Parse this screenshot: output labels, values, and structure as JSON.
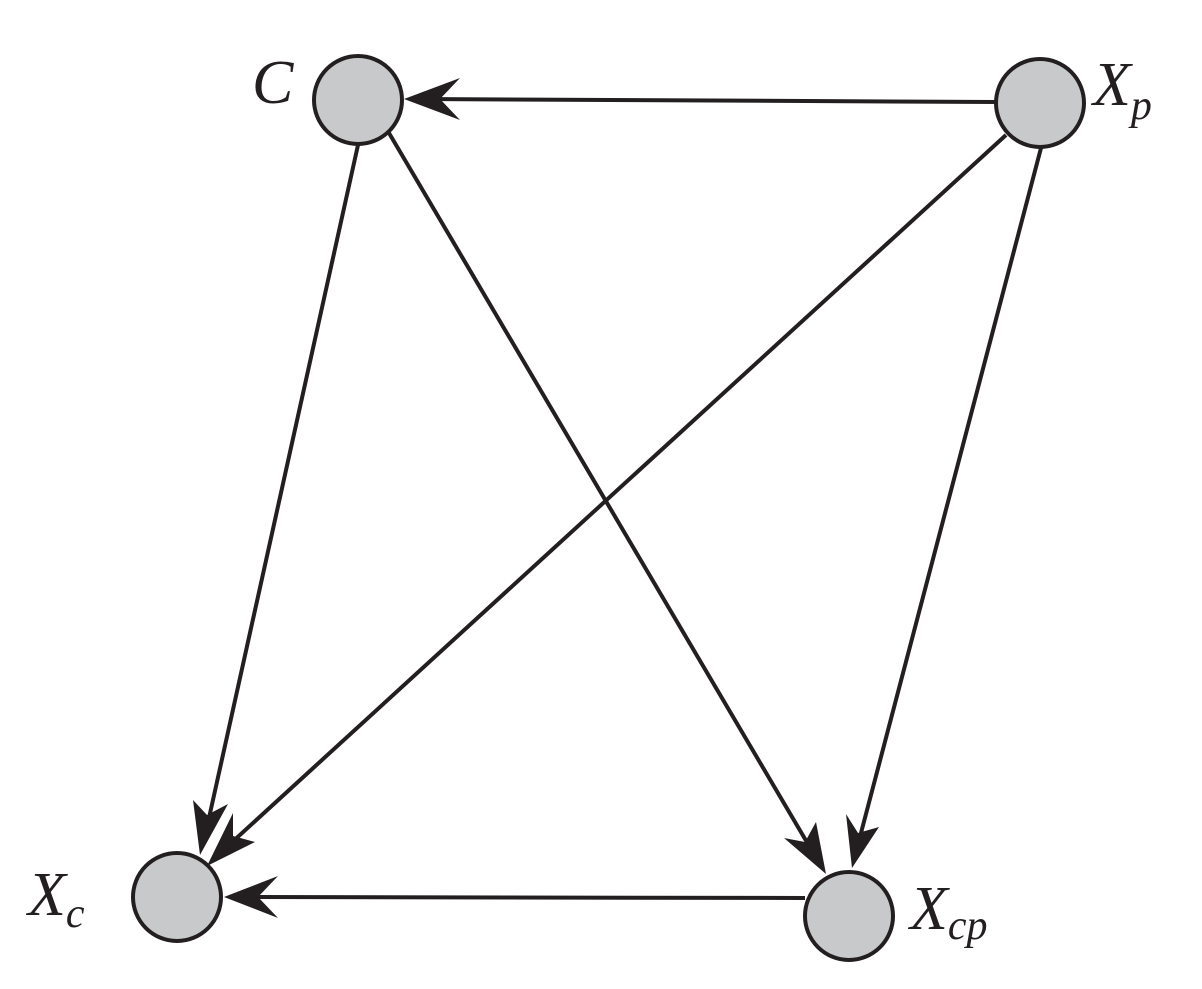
{
  "nodes": {
    "c": {
      "label": "C",
      "subscript": ""
    },
    "xp": {
      "label": "X",
      "subscript": "p"
    },
    "xc": {
      "label": "X",
      "subscript": "c"
    },
    "xcp": {
      "label": "X",
      "subscript": "cp"
    }
  },
  "edges": [
    {
      "from": "Xp",
      "to": "C"
    },
    {
      "from": "C",
      "to": "Xc"
    },
    {
      "from": "C",
      "to": "Xcp"
    },
    {
      "from": "Xp",
      "to": "Xc"
    },
    {
      "from": "Xp",
      "to": "Xcp"
    },
    {
      "from": "Xcp",
      "to": "Xc"
    }
  ],
  "colors": {
    "node_fill": "#c8c9ca",
    "stroke": "#231f20"
  }
}
